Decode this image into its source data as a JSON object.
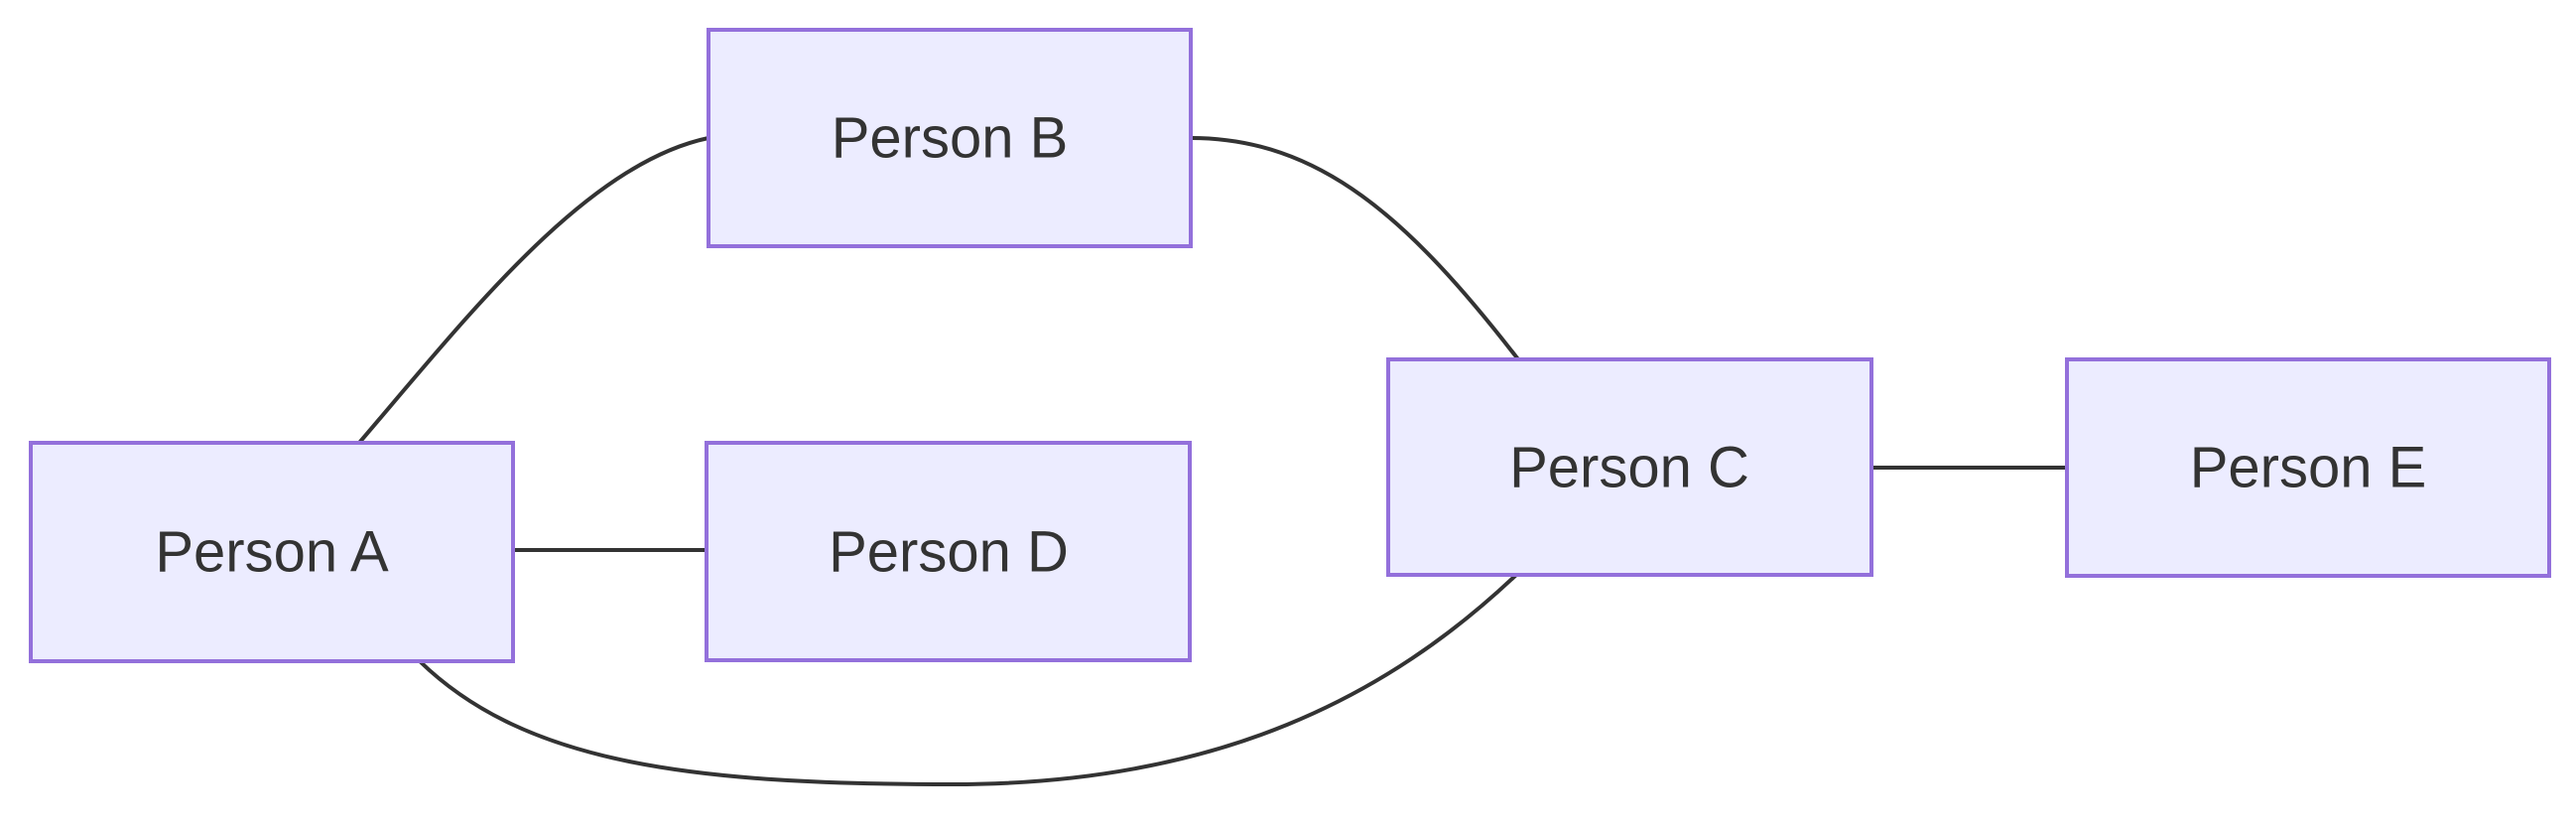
{
  "diagram": {
    "type": "flowchart",
    "nodes": [
      {
        "id": "A",
        "label": "Person A"
      },
      {
        "id": "B",
        "label": "Person B"
      },
      {
        "id": "C",
        "label": "Person C"
      },
      {
        "id": "D",
        "label": "Person D"
      },
      {
        "id": "E",
        "label": "Person E"
      }
    ],
    "edges": [
      {
        "from": "A",
        "to": "B",
        "style": "plain-link"
      },
      {
        "from": "B",
        "to": "C",
        "style": "plain-link"
      },
      {
        "from": "A",
        "to": "D",
        "style": "plain-link"
      },
      {
        "from": "A",
        "to": "C",
        "style": "plain-link"
      },
      {
        "from": "C",
        "to": "E",
        "style": "plain-link"
      }
    ],
    "colors": {
      "node_fill": "#ECECFF",
      "node_border": "#9370DB",
      "edge_stroke": "#333333",
      "label_text": "#333333",
      "background": "#ffffff"
    }
  }
}
